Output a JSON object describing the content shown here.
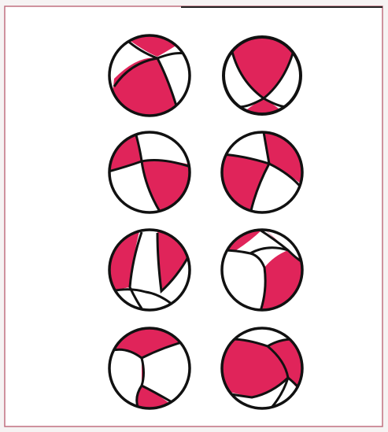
{
  "figure": {
    "background": "#ffffff",
    "border_color": "#c07080",
    "fill_color": "#e0245a",
    "line_color": "#111111",
    "description_icon": "beach-ball-focal-mechanism-icon",
    "balls": [
      {
        "name": "focal-mechanism-ball-row1-left"
      },
      {
        "name": "focal-mechanism-ball-row1-right"
      },
      {
        "name": "focal-mechanism-ball-row2-left"
      },
      {
        "name": "focal-mechanism-ball-row2-right"
      },
      {
        "name": "focal-mechanism-ball-row3-left"
      },
      {
        "name": "focal-mechanism-ball-row3-right"
      },
      {
        "name": "focal-mechanism-ball-row4-left"
      },
      {
        "name": "focal-mechanism-ball-row4-right"
      }
    ]
  }
}
